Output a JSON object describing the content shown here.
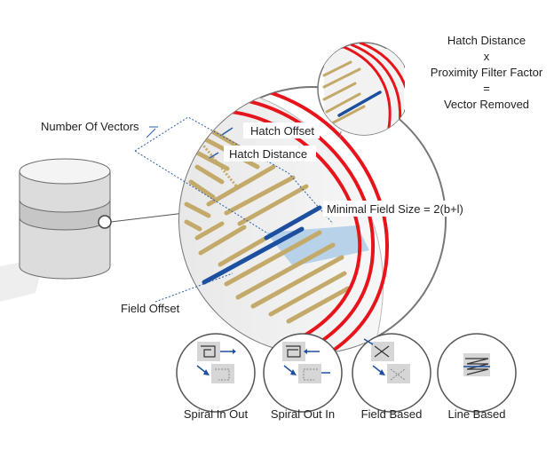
{
  "labels": {
    "number_of_vectors": "Number Of Vectors",
    "hatch_offset": "Hatch Offset",
    "hatch_distance": "Hatch Distance",
    "minimal_field_size": "Minimal Field Size = 2(b+l)",
    "field_offset": "Field Offset"
  },
  "inset": {
    "line1": "Hatch Distance",
    "line2": "x",
    "line3": "Proximity Filter Factor",
    "line4": "=",
    "line5": "Vector Removed"
  },
  "strategies": [
    {
      "label": "Spiral In Out",
      "icon": "spiral-in-out-icon"
    },
    {
      "label": "Spiral Out In",
      "icon": "spiral-out-in-icon"
    },
    {
      "label": "Field Based",
      "icon": "field-based-icon"
    },
    {
      "label": "Line Based",
      "icon": "line-based-icon"
    }
  ],
  "colors": {
    "hatch": "#c4aa6a",
    "contour": "#e8141b",
    "highlight": "#1d4fa0",
    "field": "#a9cbe6",
    "outline": "#3a3a3a",
    "dashed": "#2b5fa8"
  }
}
